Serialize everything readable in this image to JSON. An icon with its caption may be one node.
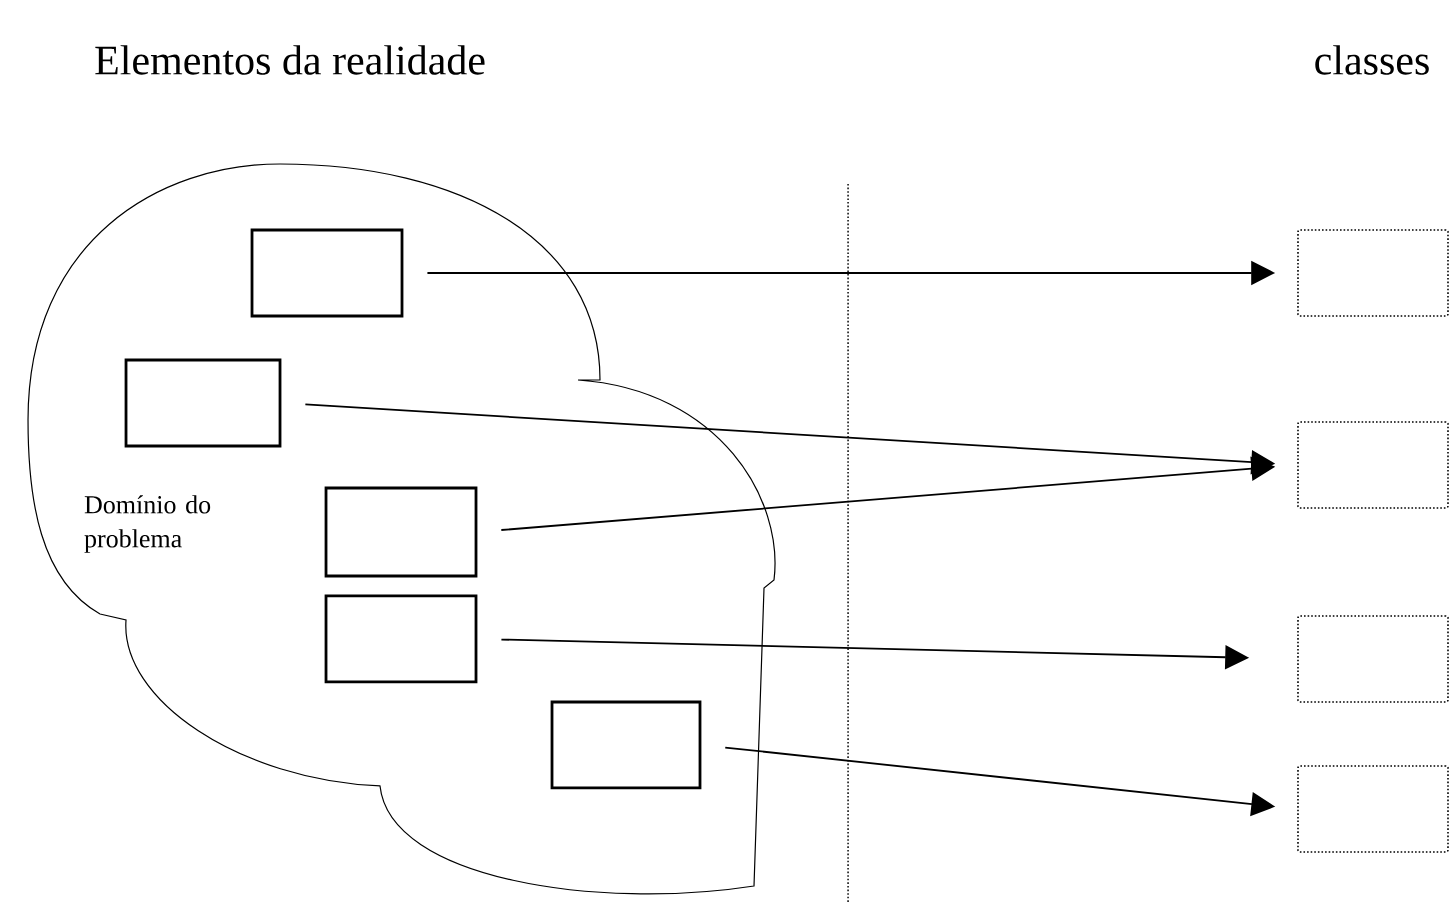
{
  "diagram": {
    "nodes": [
      {
        "text": [
          "Domínio do problema"
        ]
      },
      {
        "text": [],
        "shape": "box",
        "in": 0
      },
      {
        "text": [],
        "shape": "box",
        "in": 0
      },
      {
        "text": [],
        "shape": "box",
        "in": 0
      },
      {
        "text": [],
        "shape": "box",
        "in": 0
      },
      {
        "text": [],
        "shape": "box",
        "in": 0
      },
      {
        "text": [],
        "shape": "box"
      },
      {
        "text": [],
        "shape": "box"
      },
      {
        "text": [],
        "shape": "box"
      },
      {
        "text": [],
        "shape": "box"
      }
    ],
    "edges": [
      {
        "from": 1,
        "to": 6,
        "arrow": "to"
      },
      {
        "from": 2,
        "to": 7,
        "arrow": "to"
      },
      {
        "from": 3,
        "to": 7,
        "arrow": "to"
      },
      {
        "from": 4,
        "to": 8,
        "arrow": "to"
      },
      {
        "from": 5,
        "to": 9,
        "arrow": "to"
      }
    ],
    "labels": [
      "Elementos da realidade",
      "classes"
    ]
  }
}
